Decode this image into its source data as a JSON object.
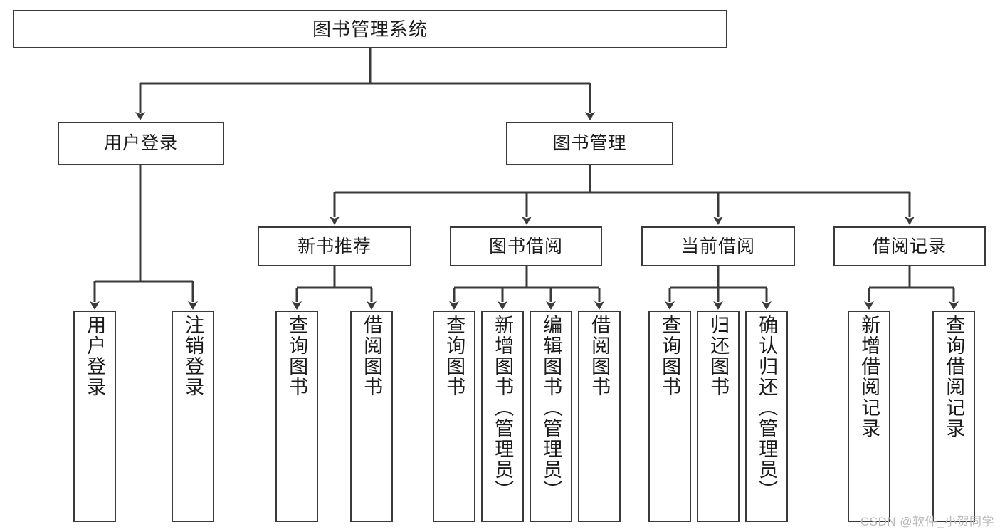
{
  "diagram": {
    "type": "tree",
    "title": "图书管理系统",
    "orientation": "top-down",
    "colors": {
      "box_border": "#3a3a3a",
      "box_fill": "#ffffff",
      "connector": "#3a3a3a",
      "text": "#1a1a1a",
      "watermark": "#b9b9b9"
    },
    "root": {
      "label": "图书管理系统"
    },
    "level2": [
      {
        "label": "用户登录"
      },
      {
        "label": "图书管理"
      }
    ],
    "level3": [
      {
        "label": "新书推荐"
      },
      {
        "label": "图书借阅"
      },
      {
        "label": "当前借阅"
      },
      {
        "label": "借阅记录"
      }
    ],
    "leaves": {
      "user_login": [
        {
          "label": "用户登录"
        },
        {
          "label": "注销登录"
        }
      ],
      "new_book_recommend": [
        {
          "label": "查询图书"
        },
        {
          "label": "借阅图书"
        }
      ],
      "book_borrow": [
        {
          "label": "查询图书"
        },
        {
          "label": "新增图书（管理员）"
        },
        {
          "label": "编辑图书（管理员）"
        },
        {
          "label": "借阅图书"
        }
      ],
      "current_borrow": [
        {
          "label": "查询图书"
        },
        {
          "label": "归还图书"
        },
        {
          "label": "确认归还（管理员）"
        }
      ],
      "borrow_record": [
        {
          "label": "新增借阅记录"
        },
        {
          "label": "查询借阅记录"
        }
      ]
    }
  },
  "watermark": {
    "text": "CSDN @软件_小贺同学"
  }
}
